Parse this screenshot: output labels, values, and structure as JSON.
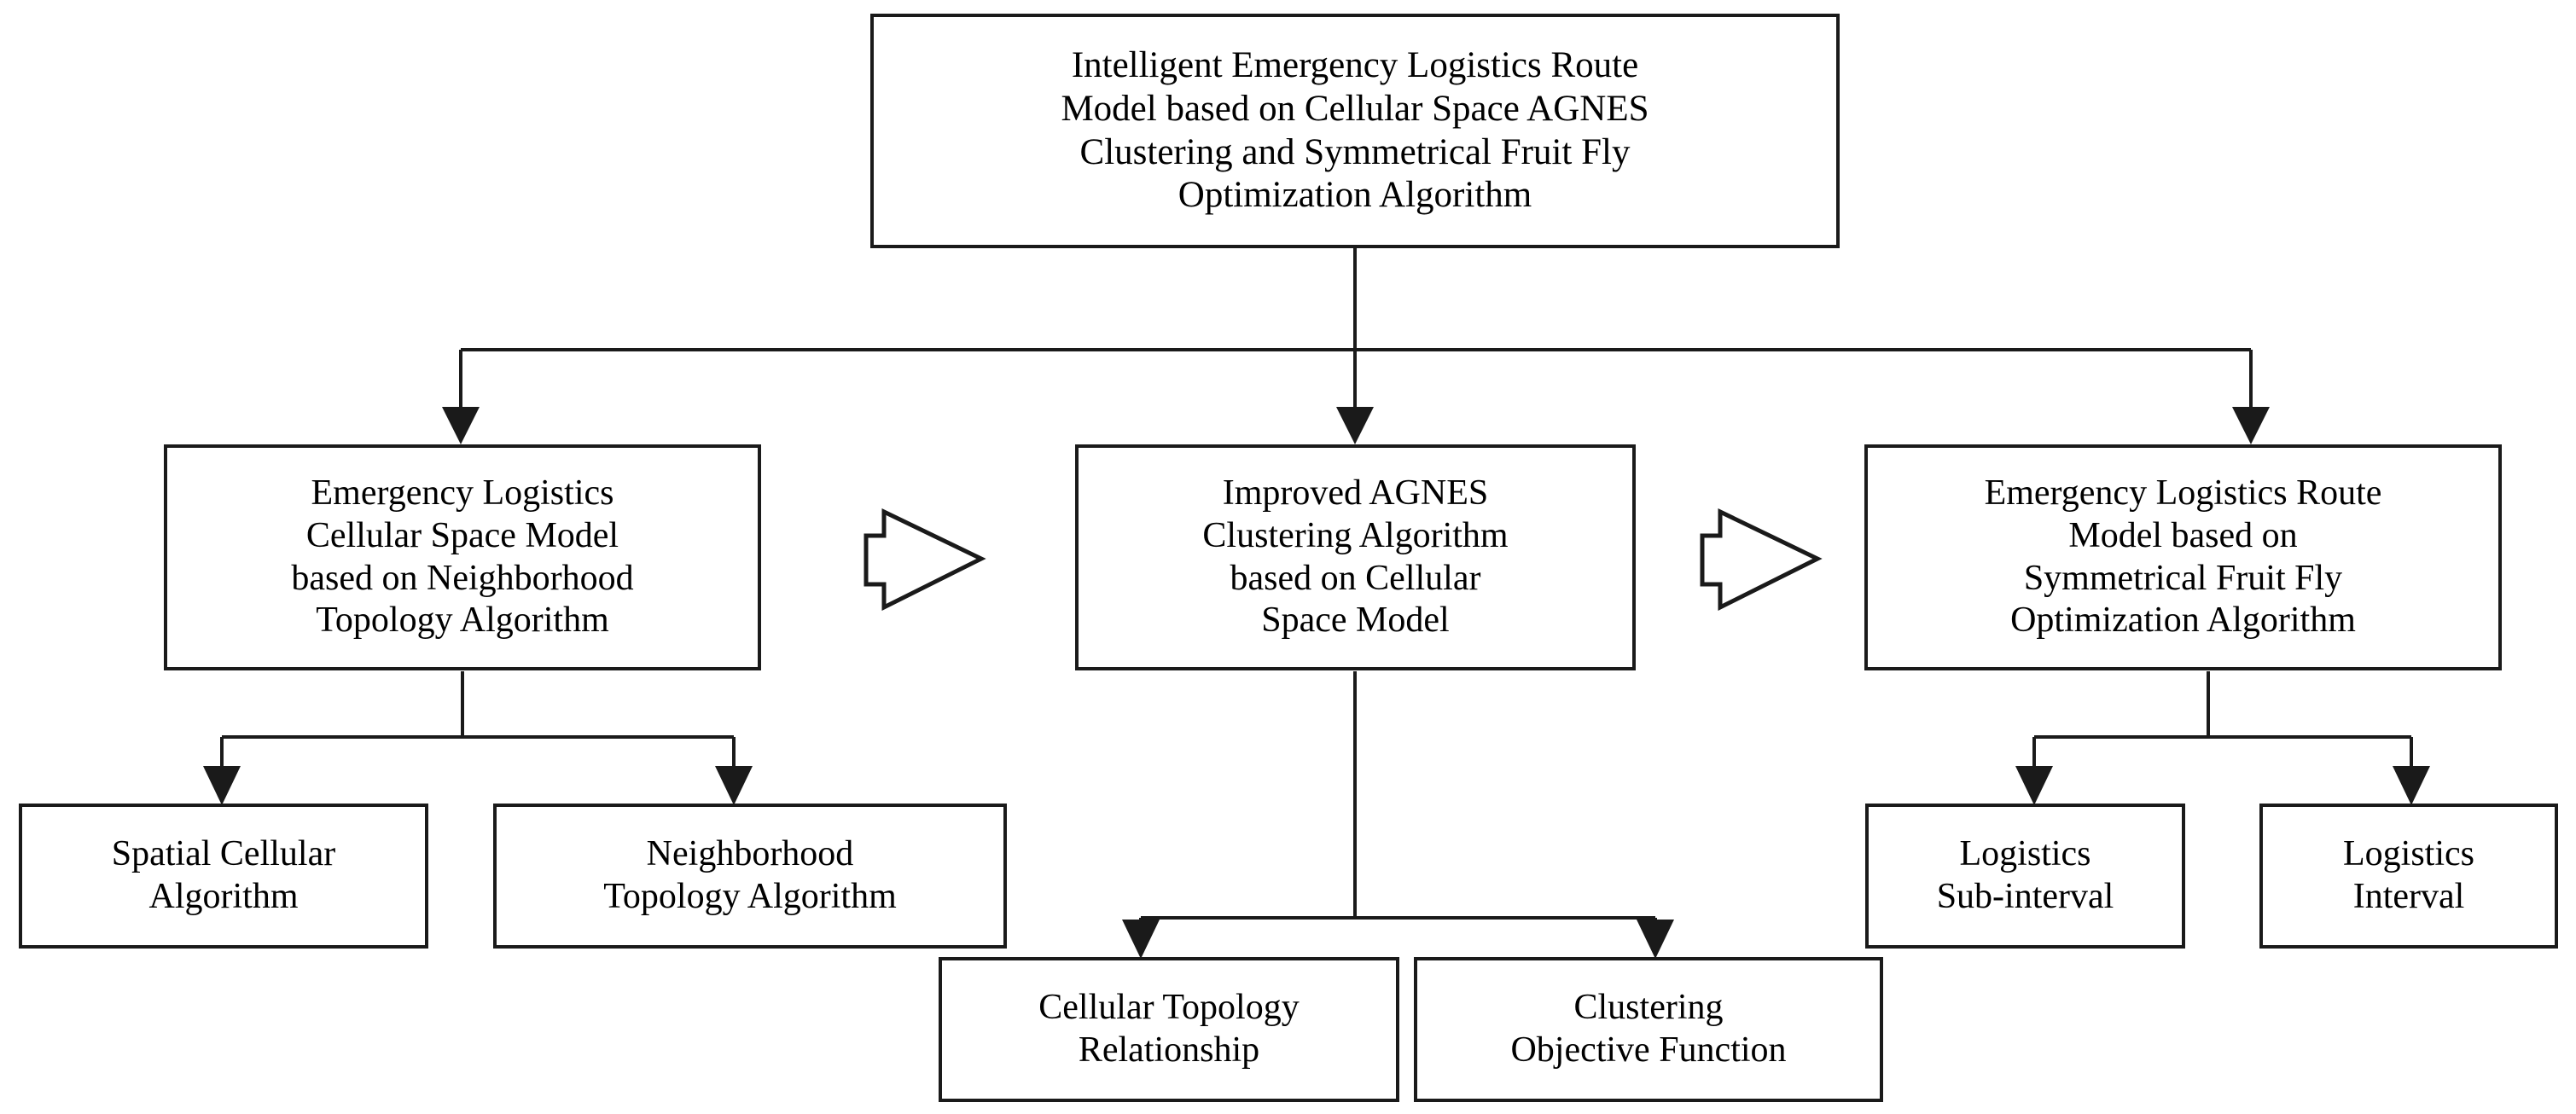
{
  "diagram": {
    "type": "flowchart",
    "title_node": {
      "id": "root",
      "text": "Intelligent Emergency Logistics Route\nModel based on Cellular Space AGNES\nClustering and Symmetrical Fruit Fly\nOptimization Algorithm"
    },
    "level2": [
      {
        "id": "cellular-space-model",
        "text": "Emergency Logistics\nCellular Space Model\nbased on Neighborhood\nTopology Algorithm"
      },
      {
        "id": "agnes-clustering",
        "text": "Improved AGNES\nClustering Algorithm\nbased on Cellular\nSpace Model"
      },
      {
        "id": "route-model-ffo",
        "text": "Emergency Logistics Route\nModel based on\nSymmetrical Fruit Fly\nOptimization Algorithm"
      }
    ],
    "level3": [
      {
        "id": "spatial-cellular-algorithm",
        "text": "Spatial Cellular\nAlgorithm",
        "parent": "cellular-space-model"
      },
      {
        "id": "neighborhood-topology-algorithm",
        "text": "Neighborhood\nTopology Algorithm",
        "parent": "cellular-space-model"
      },
      {
        "id": "cellular-topology-relationship",
        "text": "Cellular Topology\nRelationship",
        "parent": "agnes-clustering"
      },
      {
        "id": "clustering-objective-function",
        "text": "Clustering\nObjective Function",
        "parent": "agnes-clustering"
      },
      {
        "id": "logistics-sub-interval",
        "text": "Logistics\nSub-interval",
        "parent": "route-model-ffo"
      },
      {
        "id": "logistics-interval",
        "text": "Logistics\nInterval",
        "parent": "route-model-ffo"
      }
    ],
    "block_arrows": [
      {
        "id": "block-arrow-1",
        "direction": "right",
        "from": "cellular-space-model",
        "to": "agnes-clustering"
      },
      {
        "id": "block-arrow-2",
        "direction": "right",
        "from": "agnes-clustering",
        "to": "route-model-ffo"
      }
    ],
    "colors": {
      "stroke": "#1a1a1a",
      "fill": "#ffffff",
      "text": "#000000"
    }
  }
}
